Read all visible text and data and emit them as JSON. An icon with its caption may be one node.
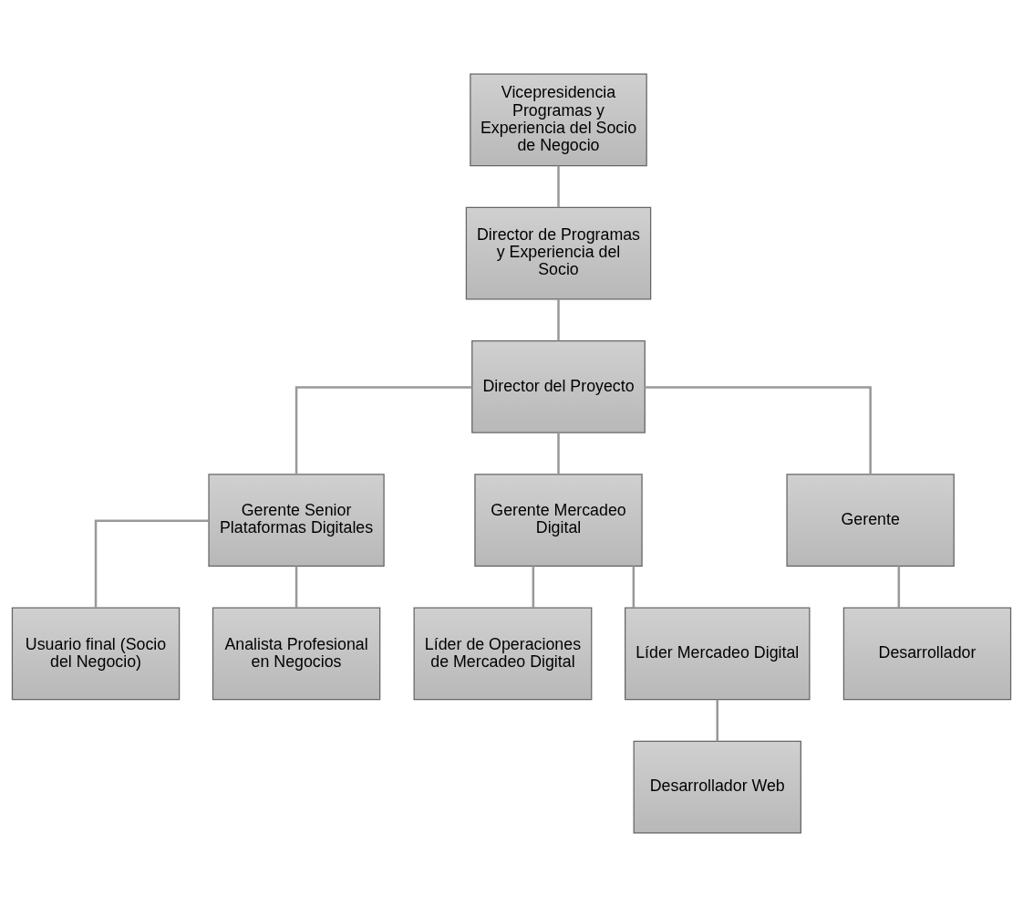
{
  "diagram": {
    "nodes": [
      {
        "text": [
          "Vicepresidencia Programas y Experiencia del Socio de Negocio"
        ]
      },
      {
        "text": [
          "Director de Programas y Experiencia del Socio"
        ]
      },
      {
        "text": [
          "Director del Proyecto"
        ]
      },
      {
        "text": [
          "Gerente Senior Plataformas Digitales"
        ]
      },
      {
        "text": [
          "Gerente Mercadeo Digital"
        ]
      },
      {
        "text": [
          "Gerente"
        ]
      },
      {
        "text": [
          "Usuario final (Socio del Negocio)"
        ]
      },
      {
        "text": [
          "Líder de Operaciones de Mercadeo Digital"
        ]
      },
      {
        "text": [
          "Líder Mercadeo Digital"
        ]
      },
      {
        "text": [
          "Desarrollador"
        ]
      },
      {
        "text": [
          "Analista Profesional en Negocios"
        ]
      },
      {
        "text": [
          "Desarrollador Web"
        ]
      }
    ],
    "edges": [
      {
        "from": 0,
        "to": 1,
        "arrow": "none"
      },
      {
        "from": 1,
        "to": 2,
        "arrow": "none"
      },
      {
        "from": 2,
        "to": 3,
        "arrow": "none"
      },
      {
        "from": 2,
        "to": 4,
        "arrow": "none"
      },
      {
        "from": 2,
        "to": 5,
        "arrow": "none"
      },
      {
        "from": 3,
        "to": 6,
        "arrow": "none"
      },
      {
        "from": 3,
        "to": 10,
        "arrow": "none"
      },
      {
        "from": 4,
        "to": 7,
        "arrow": "none"
      },
      {
        "from": 4,
        "to": 8,
        "arrow": "none"
      },
      {
        "from": 8,
        "to": 11,
        "arrow": "none"
      },
      {
        "from": 5,
        "to": 9,
        "arrow": "none"
      }
    ]
  }
}
